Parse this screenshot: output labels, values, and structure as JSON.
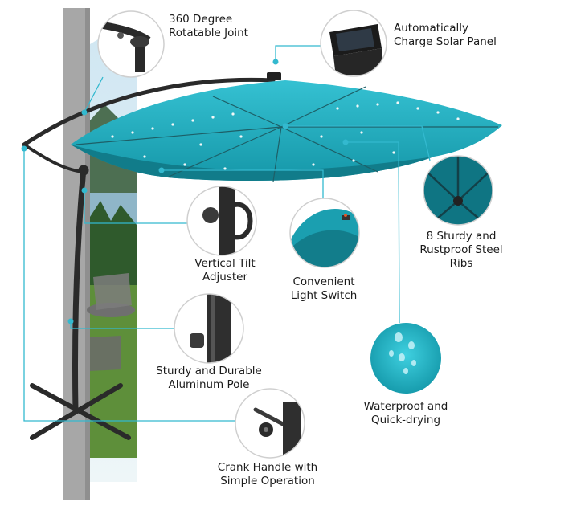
{
  "features": [
    {
      "id": "joint",
      "lines": [
        "360 Degree",
        "Rotatable Joint"
      ]
    },
    {
      "id": "solar",
      "lines": [
        "Automatically",
        "Charge Solar Panel"
      ]
    },
    {
      "id": "ribs",
      "lines": [
        "8 Sturdy and",
        "Rustproof Steel",
        "Ribs"
      ]
    },
    {
      "id": "tilt",
      "lines": [
        "Vertical Tilt",
        "Adjuster"
      ]
    },
    {
      "id": "switch",
      "lines": [
        "Convenient",
        "Light Switch"
      ]
    },
    {
      "id": "pole",
      "lines": [
        "Sturdy and Durable",
        "Aluminum Pole"
      ]
    },
    {
      "id": "water",
      "lines": [
        "Waterproof and",
        "Quick-drying"
      ]
    },
    {
      "id": "crank",
      "lines": [
        "Crank Handle with",
        "Simple Operation"
      ]
    }
  ],
  "colors": {
    "canopy": "#1aa6b8",
    "canopy_dark": "#117c8a",
    "callout_line": "#33b9cf",
    "frame": "#2b2b2b",
    "wall": "#a9a9a9"
  }
}
